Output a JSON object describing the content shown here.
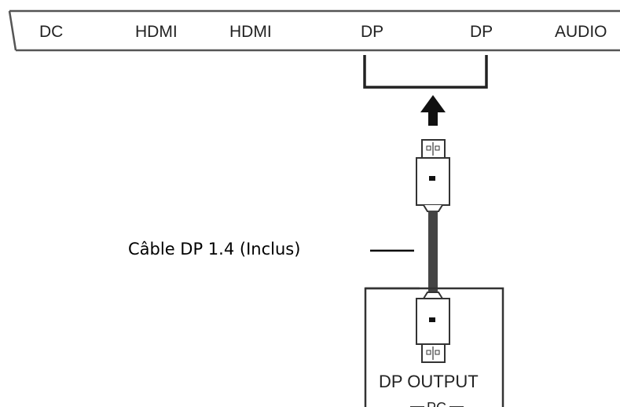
{
  "diagram": {
    "ports": [
      "DC",
      "HDMI",
      "HDMI",
      "DP",
      "DP",
      "AUDIO"
    ],
    "cable_label": "Câble DP 1.4 (Inclus)",
    "output_label": "DP OUTPUT",
    "pc_label": "PC"
  }
}
